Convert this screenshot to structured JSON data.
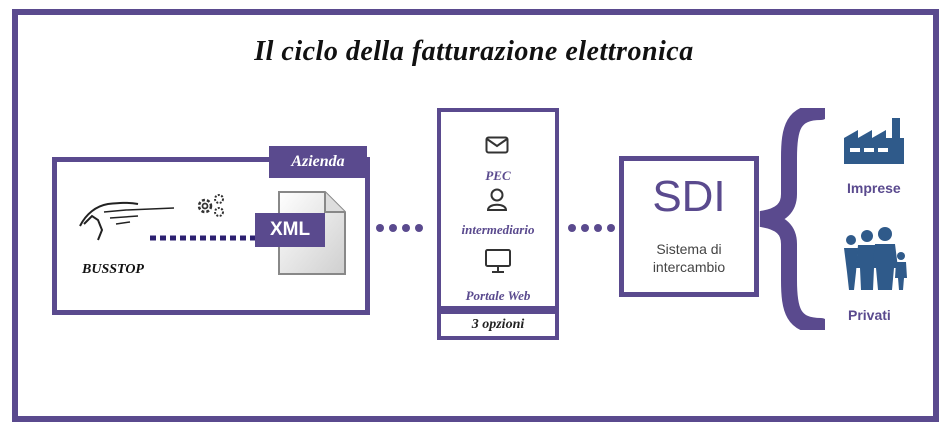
{
  "title": "Il ciclo della fatturazione elettronica",
  "azienda": {
    "tab_label": "Azienda",
    "logo_text": "BUSSTOP",
    "xml_label": "XML"
  },
  "channels": {
    "options": [
      {
        "label": "PEC",
        "icon": "envelope-icon"
      },
      {
        "label": "intermediario",
        "icon": "person-icon"
      },
      {
        "label": "Portale Web",
        "icon": "monitor-icon"
      }
    ],
    "footer": "3 opzioni"
  },
  "sdi": {
    "title": "SDI",
    "subtitle_line1": "Sistema di",
    "subtitle_line2": "intercambio"
  },
  "recipients": {
    "imprese": "Imprese",
    "privati": "Privati"
  },
  "colors": {
    "accent": "#5a4a8e"
  }
}
